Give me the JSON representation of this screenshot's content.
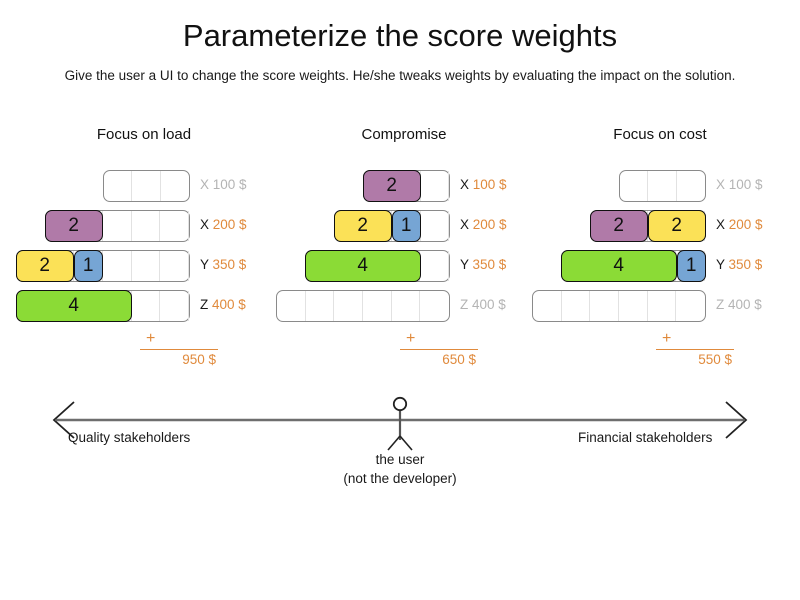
{
  "page": {
    "title": "Parameterize the score weights",
    "subtitle": "Give the user a UI to change the score weights. He/she tweaks weights by evaluating the impact on the solution."
  },
  "colors": {
    "purple": "#b07aa8",
    "yellow": "#fbe157",
    "blue": "#76a5d4",
    "green": "#8bdb36",
    "orange": "#e08a3c",
    "muted": "#b4b4b4",
    "track_border": "#8a8a8a"
  },
  "columns": [
    {
      "title": "Focus on load",
      "rows": [
        {
          "key": "X",
          "amount": "100 $",
          "muted": true,
          "cells": 3,
          "segments": []
        },
        {
          "key": "X",
          "amount": "200 $",
          "muted": false,
          "cells": 5,
          "segments": [
            {
              "value": "2",
              "cells": 2,
              "color": "purple"
            }
          ]
        },
        {
          "key": "Y",
          "amount": "350 $",
          "muted": false,
          "cells": 6,
          "segments": [
            {
              "value": "2",
              "cells": 2,
              "color": "yellow"
            },
            {
              "value": "1",
              "cells": 1,
              "color": "blue"
            }
          ]
        },
        {
          "key": "Z",
          "amount": "400 $",
          "muted": false,
          "cells": 6,
          "segments": [
            {
              "value": "4",
              "cells": 4,
              "color": "green"
            }
          ]
        }
      ],
      "sum": {
        "plus": "+",
        "total": "950 $"
      }
    },
    {
      "title": "Compromise",
      "rows": [
        {
          "key": "X",
          "amount": "100 $",
          "muted": false,
          "cells": 3,
          "segments": [
            {
              "value": "2",
              "cells": 2,
              "color": "purple"
            }
          ]
        },
        {
          "key": "X",
          "amount": "200 $",
          "muted": false,
          "cells": 4,
          "segments": [
            {
              "value": "2",
              "cells": 2,
              "color": "yellow"
            },
            {
              "value": "1",
              "cells": 1,
              "color": "blue"
            }
          ]
        },
        {
          "key": "Y",
          "amount": "350 $",
          "muted": false,
          "cells": 5,
          "segments": [
            {
              "value": "4",
              "cells": 4,
              "color": "green"
            }
          ]
        },
        {
          "key": "Z",
          "amount": "400 $",
          "muted": true,
          "cells": 6,
          "segments": []
        }
      ],
      "sum": {
        "plus": "+",
        "total": "650 $"
      }
    },
    {
      "title": "Focus on cost",
      "rows": [
        {
          "key": "X",
          "amount": "100 $",
          "muted": true,
          "cells": 3,
          "segments": []
        },
        {
          "key": "X",
          "amount": "200 $",
          "muted": false,
          "cells": 4,
          "segments": [
            {
              "value": "2",
              "cells": 2,
              "color": "purple"
            },
            {
              "value": "2",
              "cells": 2,
              "color": "yellow"
            }
          ]
        },
        {
          "key": "Y",
          "amount": "350 $",
          "muted": false,
          "cells": 5,
          "segments": [
            {
              "value": "4",
              "cells": 4,
              "color": "green"
            },
            {
              "value": "1",
              "cells": 1,
              "color": "blue"
            }
          ]
        },
        {
          "key": "Z",
          "amount": "400 $",
          "muted": true,
          "cells": 6,
          "segments": []
        }
      ],
      "sum": {
        "plus": "+",
        "total": "550 $"
      }
    }
  ],
  "axis": {
    "left_label": "Quality stakeholders",
    "right_label": "Financial stakeholders",
    "user_caption_line1": "the user",
    "user_caption_line2": "(not the developer)"
  }
}
